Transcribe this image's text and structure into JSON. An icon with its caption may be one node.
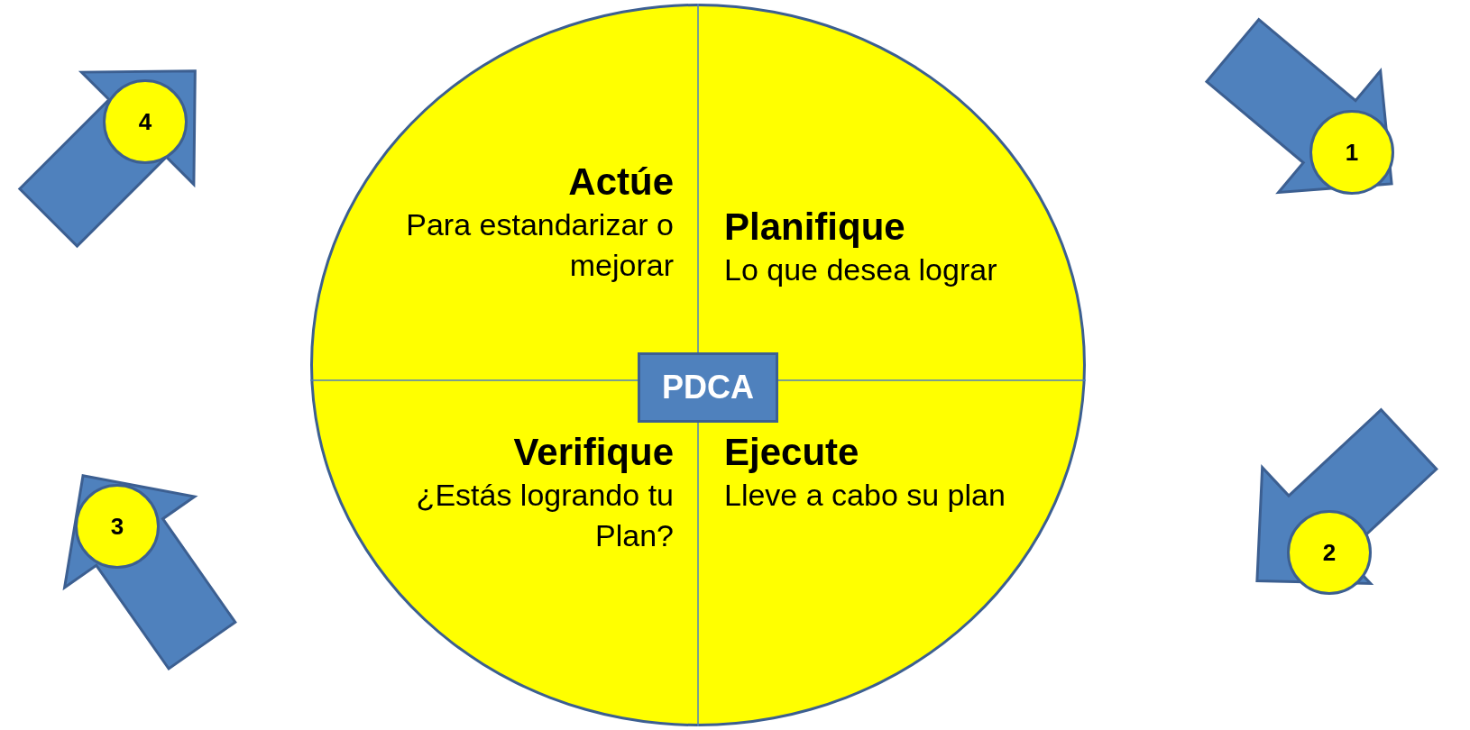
{
  "diagram": {
    "nodes": [
      {
        "text": [],
        "shape": "circle"
      },
      {
        "text": [
          "Actúe",
          "Para estandarizar o mejorar"
        ],
        "in": 0
      },
      {
        "text": [
          "Planifique",
          "Lo que desea lograr"
        ],
        "in": 0
      },
      {
        "text": [
          "Verifique",
          "¿Estás logrando tu Plan?"
        ],
        "in": 0
      },
      {
        "text": [
          "Ejecute",
          "Lleve a cabo su plan"
        ],
        "in": 0
      },
      {
        "text": [
          "PDCA"
        ],
        "in": 0
      },
      {
        "text": [
          "4"
        ]
      },
      {
        "text": [
          "1"
        ]
      },
      {
        "text": [
          "3"
        ]
      },
      {
        "text": [
          "2"
        ]
      }
    ],
    "edges": []
  }
}
